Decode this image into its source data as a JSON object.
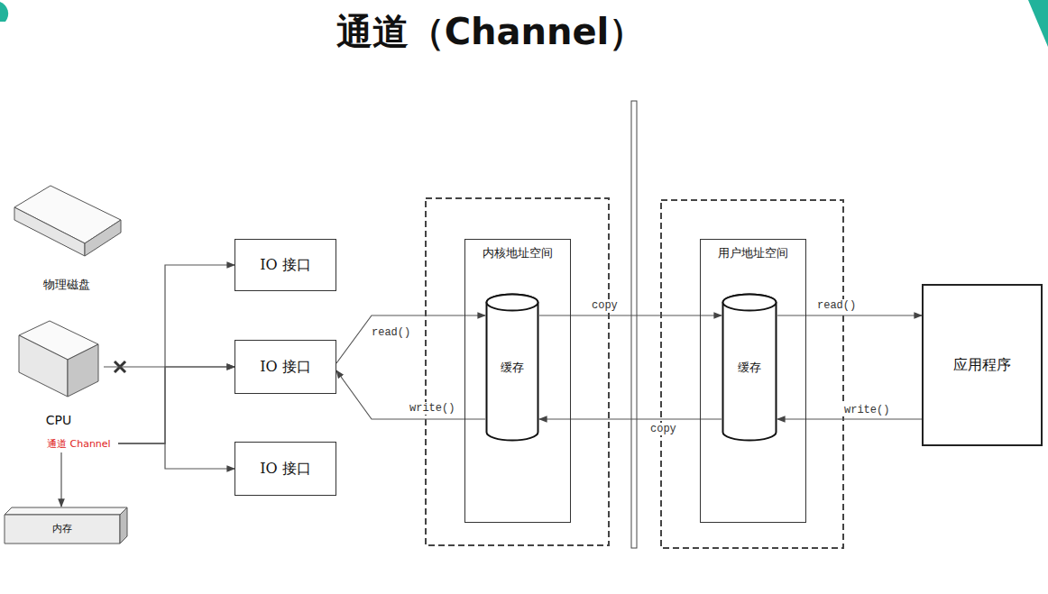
{
  "diagram": {
    "title": "通道（Channel）",
    "nodes": [
      {
        "text": [
          "物理磁盘"
        ]
      },
      {
        "text": [
          "CPU"
        ]
      },
      {
        "text": [
          "内存"
        ]
      },
      {
        "text": [
          "通道 Channel"
        ]
      },
      {
        "text": [
          "IO 接口"
        ]
      },
      {
        "text": [
          "IO 接口"
        ]
      },
      {
        "text": [
          "IO 接口"
        ]
      },
      {
        "text": [
          "内核地址空间"
        ]
      },
      {
        "text": [
          "缓存"
        ],
        "in": 7
      },
      {
        "text": [
          "用户地址空间"
        ]
      },
      {
        "text": [
          "缓存"
        ],
        "in": 9
      },
      {
        "text": [
          "应用程序"
        ]
      }
    ],
    "edges": [
      {
        "from": 1,
        "to": 5,
        "arrow": "to"
      },
      {
        "from": 3,
        "to": 4,
        "arrow": "to"
      },
      {
        "from": 3,
        "to": 5,
        "arrow": "to"
      },
      {
        "from": 3,
        "to": 6,
        "arrow": "to"
      },
      {
        "from": 3,
        "to": 2,
        "arrow": "to"
      },
      {
        "from": 5,
        "to": 8,
        "label": "read()",
        "arrow": "to"
      },
      {
        "from": 8,
        "to": 5,
        "label": "write()",
        "arrow": "to"
      },
      {
        "from": 8,
        "to": 10,
        "label": "copy",
        "arrow": "to"
      },
      {
        "from": 10,
        "to": 8,
        "label": "copy",
        "arrow": "to"
      },
      {
        "from": 10,
        "to": 11,
        "label": "read()",
        "arrow": "to"
      },
      {
        "from": 11,
        "to": 10,
        "label": "write()",
        "arrow": "to"
      }
    ]
  }
}
